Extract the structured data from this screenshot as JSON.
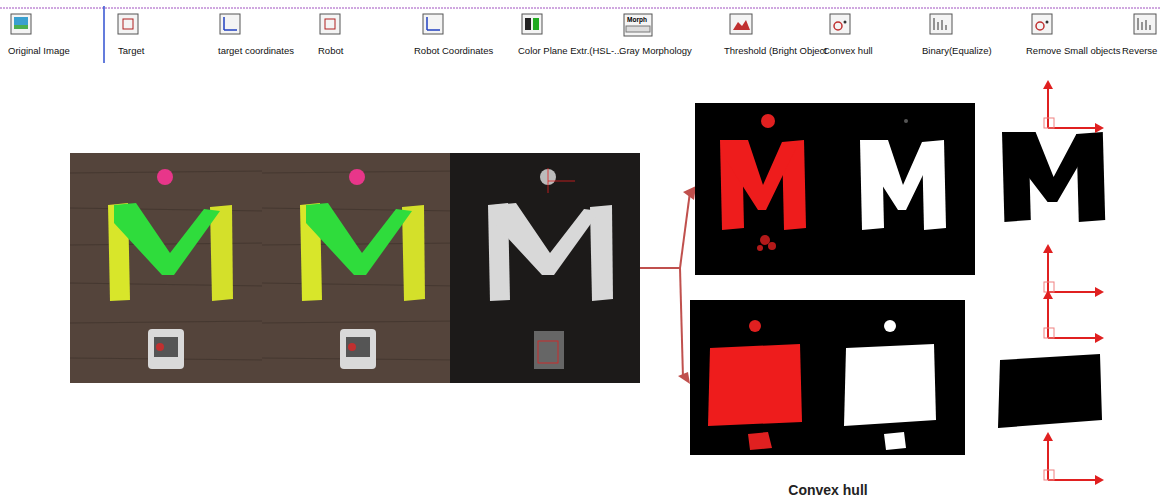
{
  "diagram": {
    "caption": "Convex hull",
    "labels": [
      "Original Image",
      "Target",
      "target coordinates",
      "Robot",
      "Robot Coordinates",
      "Color Plane Extr.(HSL-...",
      "Gray Morphology",
      "Threshold (Bright Object",
      "Convex hull",
      "Binary(Equalize)",
      "Remove Small objects",
      "Reverse",
      "Morph"
    ]
  }
}
